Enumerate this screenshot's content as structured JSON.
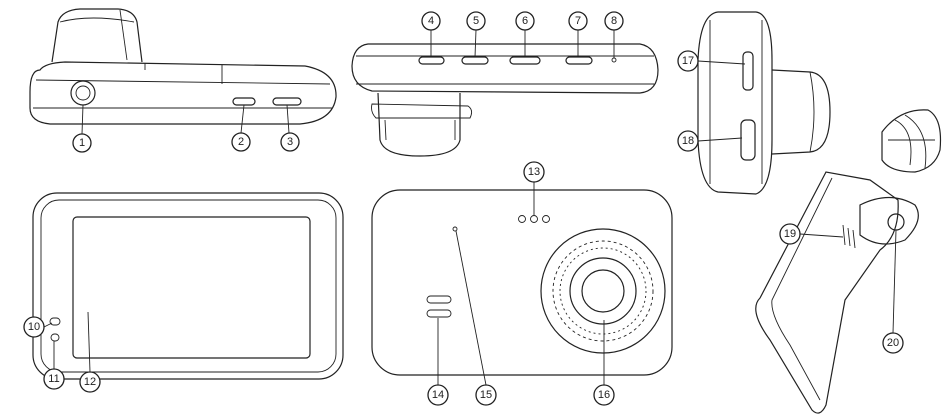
{
  "callouts": {
    "c1": "1",
    "c2": "2",
    "c3": "3",
    "c4": "4",
    "c5": "5",
    "c6": "6",
    "c7": "7",
    "c8": "8",
    "c10": "10",
    "c11": "11",
    "c12": "12",
    "c13": "13",
    "c14": "14",
    "c15": "15",
    "c16": "16",
    "c17": "17",
    "c18": "18",
    "c19": "19",
    "c20": "20"
  }
}
